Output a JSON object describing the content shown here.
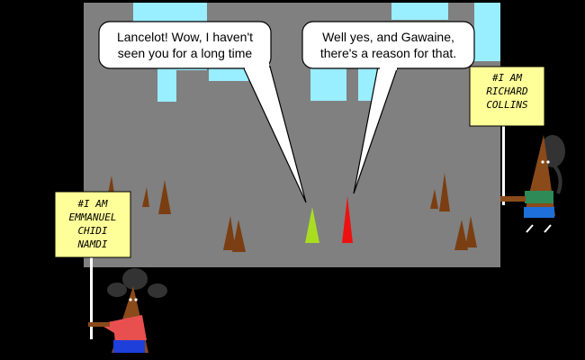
{
  "panel": {
    "colors": {
      "background": "#000000",
      "building": "#808080",
      "sky": "#99EEFF",
      "sign": "#FFFF99",
      "stalk": "#7A3E12",
      "lancelot": "#AADD22",
      "gawaine": "#EE1111"
    }
  },
  "speech": {
    "left": {
      "line1": "Lancelot! Wow, I haven't",
      "line2": "seen you for a long time"
    },
    "right": {
      "line1": "Well yes, and Gawaine,",
      "line2": "there's a reason for that."
    }
  },
  "sign_right": {
    "lines": [
      "#I AM",
      "RICHARD",
      "COLLINS"
    ]
  },
  "sign_left": {
    "lines": [
      "#I AM",
      "EMMANUEL",
      "CHIDI",
      "NAMDI"
    ]
  }
}
